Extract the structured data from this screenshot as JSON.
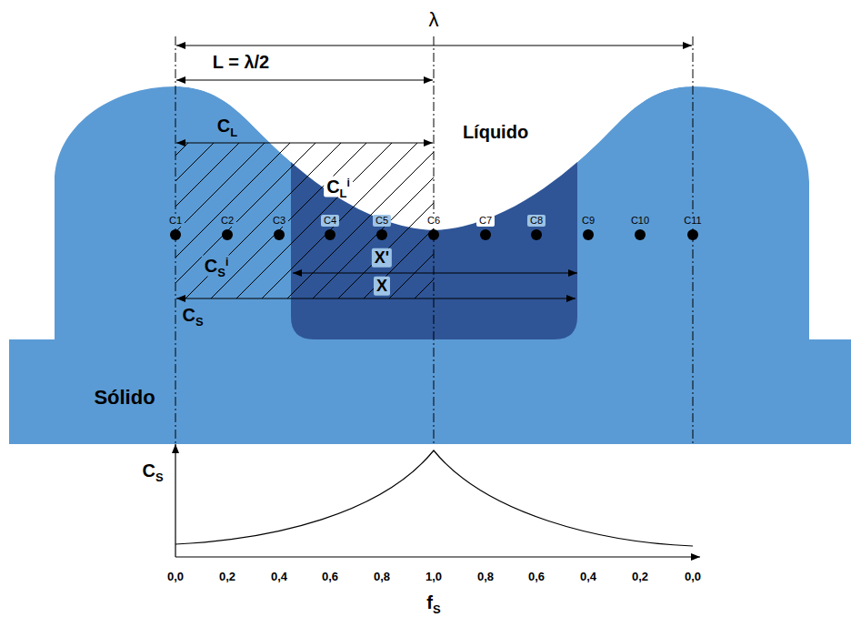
{
  "diagram": {
    "labels": [
      "λ",
      "L = λ/2",
      "CL",
      "Líquido",
      "CLi",
      "C1",
      "C2",
      "C3",
      "C4",
      "C5",
      "C6",
      "C7",
      "C8",
      "C9",
      "C10",
      "C11",
      "CSi",
      "X'",
      "X",
      "CS",
      "Sólido",
      "CS",
      "0,0",
      "0,2",
      "0,4",
      "0,6",
      "0,8",
      "1,0",
      "0,8",
      "0,6",
      "0,4",
      "0,2",
      "0,0",
      "fS"
    ]
  }
}
